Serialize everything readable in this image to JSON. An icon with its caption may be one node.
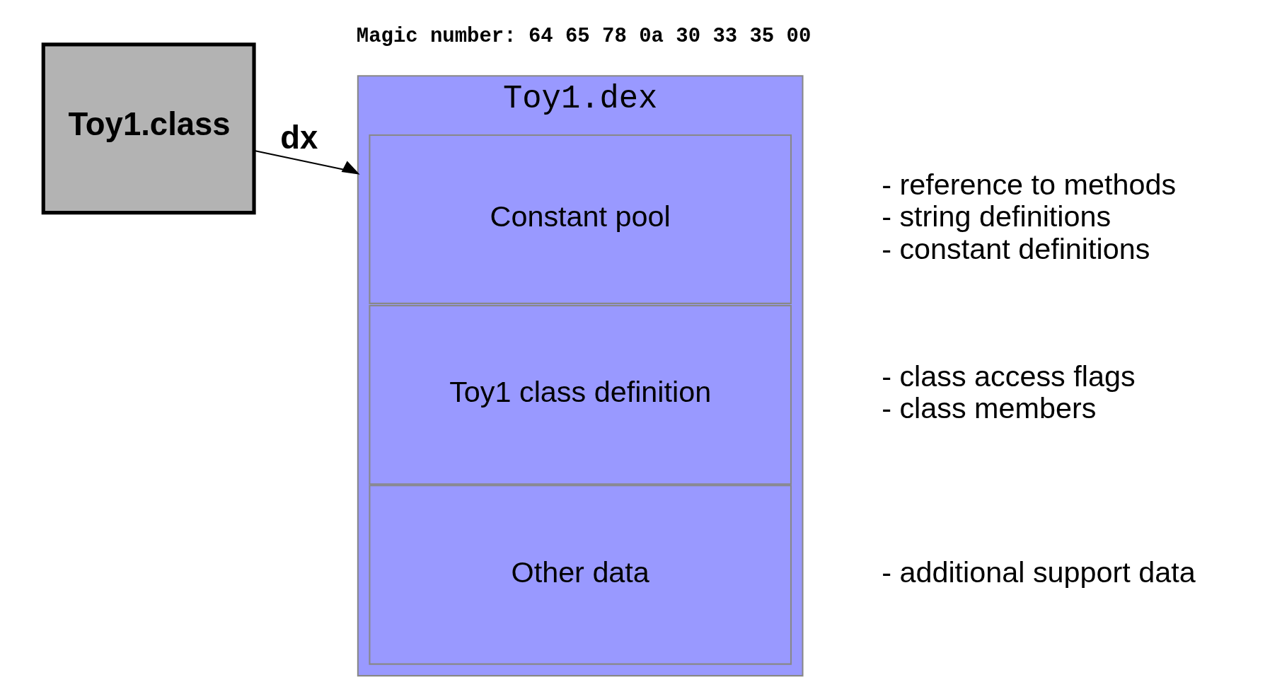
{
  "diagram": {
    "nodes": [
      {
        "text": [
          "Toy1.class"
        ]
      },
      {
        "text": [
          "Toy1.dex"
        ]
      },
      {
        "text": [
          "Constant pool"
        ],
        "in": 1,
        "beside": [
          "- reference to methods - string definitions - constant definitions"
        ]
      },
      {
        "text": [
          "Toy1 class definition"
        ],
        "in": 1,
        "beside": [
          "- class access flags - class members"
        ]
      },
      {
        "text": [
          "Other data"
        ],
        "in": 1,
        "beside": [
          "- additional support data"
        ]
      }
    ],
    "edges": [
      {
        "from": 0,
        "to": 1,
        "arrow": "to",
        "label": "dx"
      }
    ],
    "labels": [
      "Magic number: 64 65 78 0a 30 33 35 00"
    ]
  }
}
